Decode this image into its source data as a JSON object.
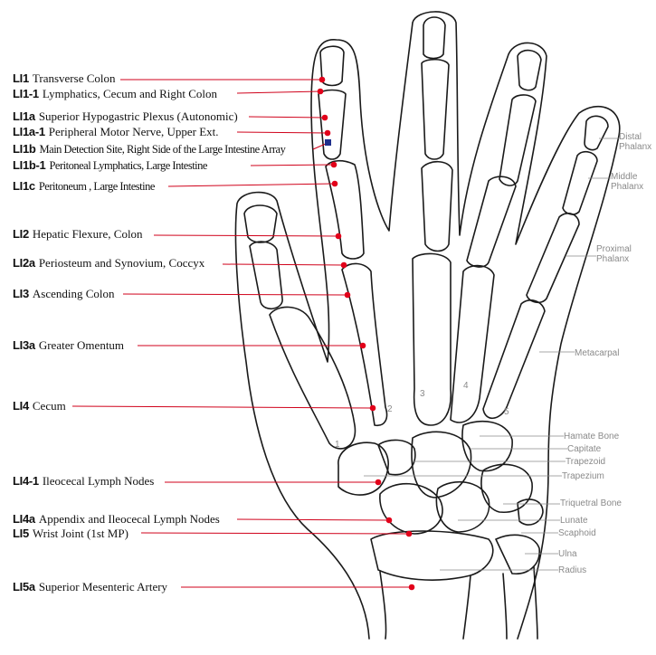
{
  "colors": {
    "leader": "#d0021b",
    "point": "#e2001a",
    "bone": "#1a1a1a",
    "gray_line": "#8a8a8a",
    "marker": "#1f2f8c"
  },
  "points": [
    {
      "code": "LI1",
      "text": "Transverse Colon"
    },
    {
      "code": "LI1-1",
      "text": "Lymphatics, Cecum and Right Colon"
    },
    {
      "code": "LI1a",
      "text": "Superior Hypogastric Plexus (Autonomic)"
    },
    {
      "code": "LI1a-1",
      "text": "Peripheral Motor Nerve, Upper Ext."
    },
    {
      "code": "LI1b",
      "text": "Main Detection Site, Right Side of the Large Intestine Array"
    },
    {
      "code": "LI1b-1",
      "text": "Peritoneal Lymphatics, Large Intestine"
    },
    {
      "code": "LI1c",
      "text": "Peritoneum , Large Intestine"
    },
    {
      "code": "LI2",
      "text": "Hepatic Flexure, Colon"
    },
    {
      "code": "LI2a",
      "text": "Periosteum  and Synovium, Coccyx"
    },
    {
      "code": "LI3",
      "text": "Ascending Colon"
    },
    {
      "code": "LI3a",
      "text": "Greater Omentum"
    },
    {
      "code": "LI4",
      "text": "Cecum"
    },
    {
      "code": "LI4-1",
      "text": "Ileocecal Lymph Nodes"
    },
    {
      "code": "LI4a",
      "text": "Appendix and Ileocecal Lymph Nodes"
    },
    {
      "code": "LI5",
      "text": "Wrist Joint (1st MP)"
    },
    {
      "code": "LI5a",
      "text": "Superior Mesenteric Artery"
    }
  ],
  "anatomy": [
    {
      "name": "distal",
      "lines": [
        "Distal",
        "Phalanx"
      ]
    },
    {
      "name": "middle",
      "lines": [
        "Middle",
        "Phalanx"
      ]
    },
    {
      "name": "proximal",
      "lines": [
        "Proximal",
        "Phalanx"
      ]
    },
    {
      "name": "metacarpal",
      "lines": [
        "Metacarpal"
      ]
    },
    {
      "name": "hamate",
      "lines": [
        "Hamate Bone"
      ]
    },
    {
      "name": "capitate",
      "lines": [
        "Capitate"
      ]
    },
    {
      "name": "trapezoid",
      "lines": [
        "Trapezoid"
      ]
    },
    {
      "name": "trapezium",
      "lines": [
        "Trapezium"
      ]
    },
    {
      "name": "triquetral",
      "lines": [
        "Triquetral Bone"
      ]
    },
    {
      "name": "lunate",
      "lines": [
        "Lunate"
      ]
    },
    {
      "name": "scaphoid",
      "lines": [
        "Scaphoid"
      ]
    },
    {
      "name": "ulna",
      "lines": [
        "Ulna"
      ]
    },
    {
      "name": "radius",
      "lines": [
        "Radius"
      ]
    }
  ],
  "metacarpal_numbers": [
    "1",
    "2",
    "3",
    "4",
    "5"
  ]
}
